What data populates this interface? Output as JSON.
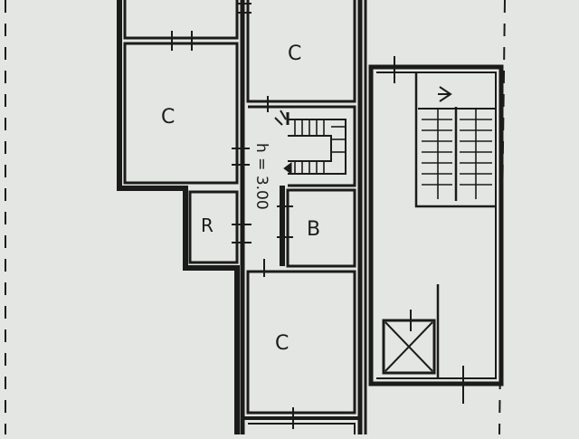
{
  "plan": {
    "rooms": [
      {
        "id": "cellar-top-right",
        "label": "C"
      },
      {
        "id": "cellar-left",
        "label": "C"
      },
      {
        "id": "room-r",
        "label": "R"
      },
      {
        "id": "room-b",
        "label": "B"
      },
      {
        "id": "cellar-bottom",
        "label": "C"
      }
    ],
    "stair_height_label": "h = 3.00"
  },
  "colors": {
    "paper": "#e4e6e3",
    "ink": "#1b1b1b"
  }
}
